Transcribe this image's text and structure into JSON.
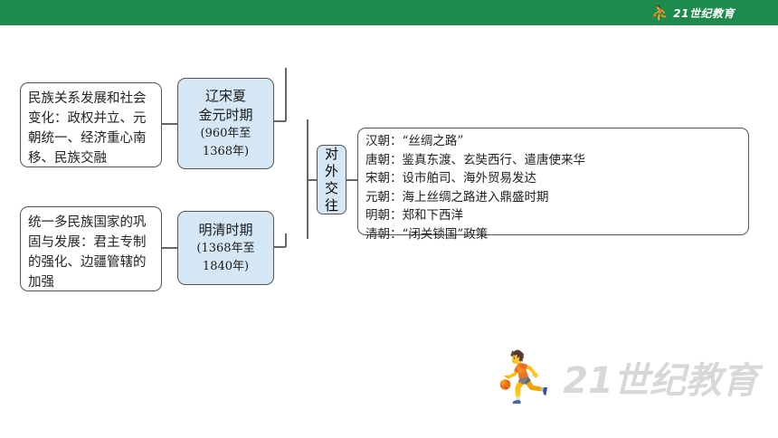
{
  "header": {
    "logo_text": "21世纪教育"
  },
  "periods": [
    {
      "name_lines": [
        "辽宋夏",
        "金元时期"
      ],
      "year_lines": [
        "(960年至",
        "1368年)"
      ],
      "description": "民族关系发展和社会变化：政权并立、元朝统一、经济重心南移、民族交融"
    },
    {
      "name_lines": [
        "明清时期"
      ],
      "year_lines": [
        "(1368年至",
        "1840年)"
      ],
      "description": "统一多民族国家的巩固与发展：君主专制的强化、边疆管辖的加强"
    }
  ],
  "foreign": {
    "label_chars": [
      "对",
      "外",
      "交",
      "往"
    ],
    "items": [
      "汉朝：“丝绸之路”",
      "唐朝：鉴真东渡、玄奘西行、遣唐使来华",
      "宋朝：设市舶司、海外贸易发达",
      "元朝：海上丝绸之路进入鼎盛时期",
      "明朝：郑和下西洋",
      "清朝：“闭关锁国”政策"
    ]
  },
  "watermark": {
    "text": "21世纪教育"
  },
  "colors": {
    "header_bar": "#1e8a4c",
    "period_fill": "#d5e7f4",
    "border": "#555555"
  }
}
